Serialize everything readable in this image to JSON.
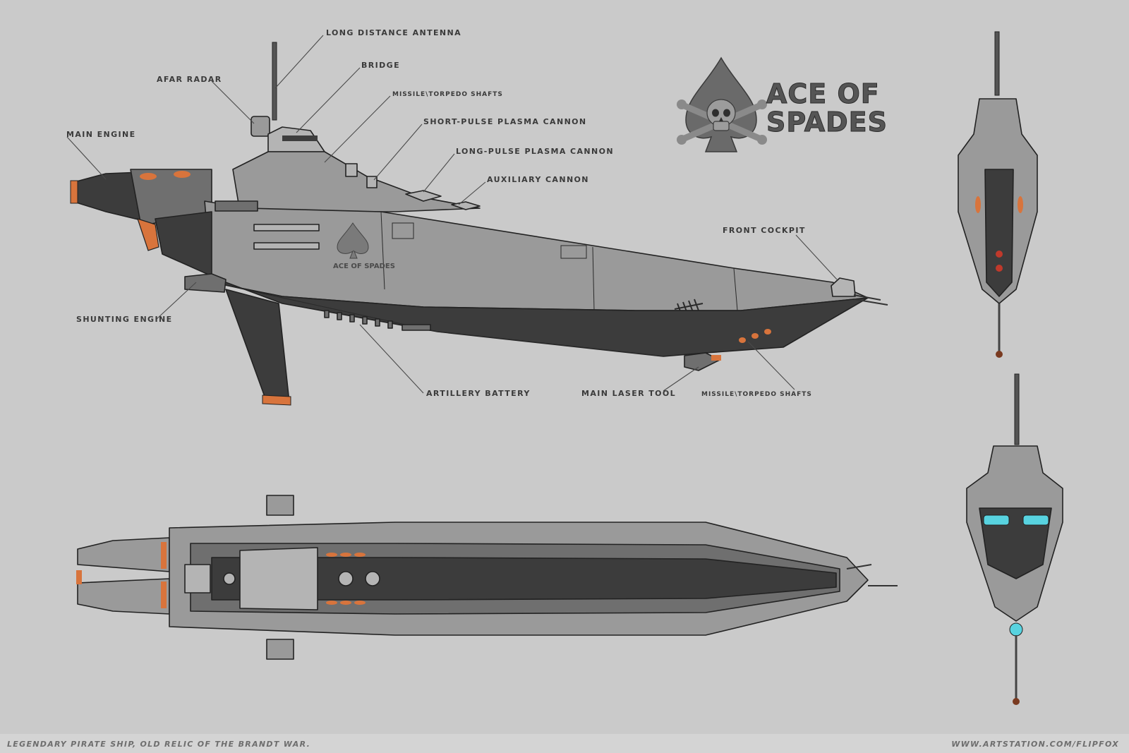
{
  "emblem": {
    "title_line1": "ACE OF",
    "title_line2": "SPADES",
    "hull_mark": "ACE OF SPADES"
  },
  "callouts": {
    "long_distance_antenna": "LONG DISTANCE ANTENNA",
    "bridge": "BRIDGE",
    "afar_radar": "AFAR RADAR",
    "missile_torpedo_shafts_top": "MISSILE\\TORPEDO SHAFTS",
    "main_engine": "MAIN ENGINE",
    "short_pulse_plasma_cannon": "SHORT-PULSE PLASMA CANNON",
    "long_pulse_plasma_cannon": "LONG-PULSE PLASMA CANNON",
    "auxiliary_cannon": "AUXILIARY CANNON",
    "front_cockpit": "FRONT COCKPIT",
    "shunting_engine": "SHUNTING ENGINE",
    "artillery_battery": "ARTILLERY BATTERY",
    "main_laser_tool": "MAIN LASER TOOL",
    "missile_torpedo_shafts_bottom": "MISSILE\\TORPEDO SHAFTS"
  },
  "footer": {
    "caption": "LEGENDARY PIRATE SHIP, OLD RELIC OF THE BRANDT WAR.",
    "credit": "WWW.ARTSTATION.COM/FLIPFOX"
  },
  "palette": {
    "background": "#cacaca",
    "hull_dark": "#3c3c3c",
    "hull_mid": "#6f6f6f",
    "hull_light": "#9a9a9a",
    "accent_orange": "#d8743c",
    "accent_cyan": "#58d3e0"
  },
  "icons": [
    "skull-crossbones-spade-icon"
  ]
}
